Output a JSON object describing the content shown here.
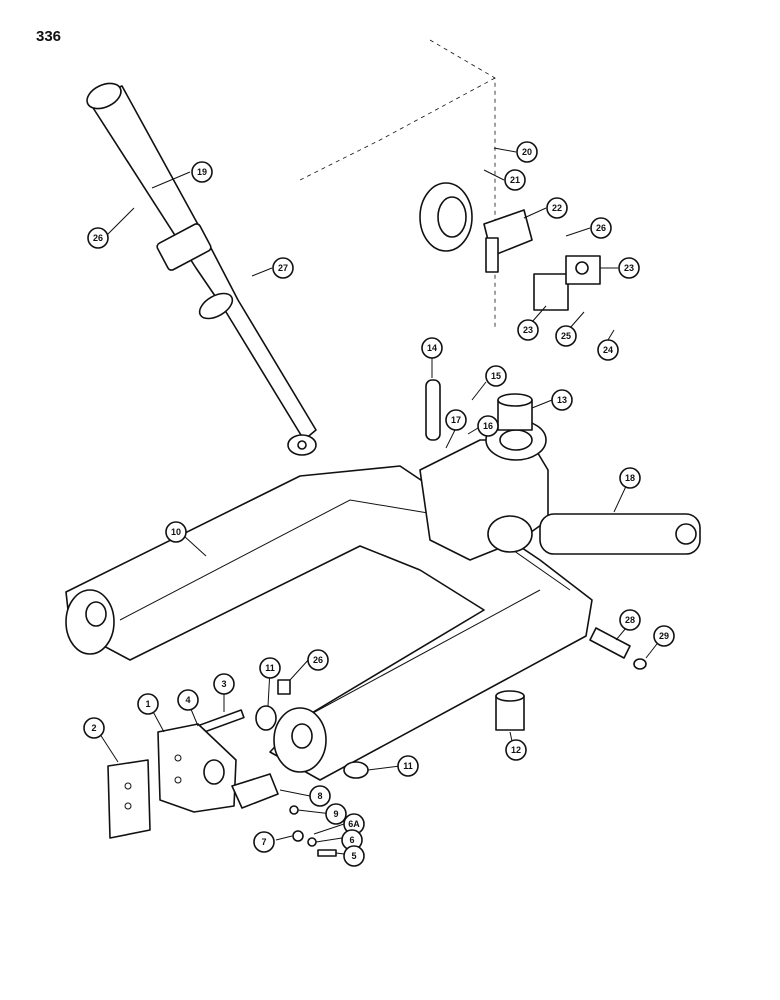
{
  "page": {
    "number": "336"
  },
  "callouts": [
    {
      "id": "c19",
      "label": "19"
    },
    {
      "id": "c26a",
      "label": "26"
    },
    {
      "id": "c27",
      "label": "27"
    },
    {
      "id": "c20",
      "label": "20"
    },
    {
      "id": "c21",
      "label": "21"
    },
    {
      "id": "c22",
      "label": "22"
    },
    {
      "id": "c26b",
      "label": "26"
    },
    {
      "id": "c23a",
      "label": "23"
    },
    {
      "id": "c23b",
      "label": "23"
    },
    {
      "id": "c25",
      "label": "25"
    },
    {
      "id": "c24",
      "label": "24"
    },
    {
      "id": "c14",
      "label": "14"
    },
    {
      "id": "c15",
      "label": "15"
    },
    {
      "id": "c13",
      "label": "13"
    },
    {
      "id": "c17",
      "label": "17"
    },
    {
      "id": "c16",
      "label": "16"
    },
    {
      "id": "c18",
      "label": "18"
    },
    {
      "id": "c10",
      "label": "10"
    },
    {
      "id": "c28",
      "label": "28"
    },
    {
      "id": "c29",
      "label": "29"
    },
    {
      "id": "c11a",
      "label": "11"
    },
    {
      "id": "c26c",
      "label": "26"
    },
    {
      "id": "c3",
      "label": "3"
    },
    {
      "id": "c4",
      "label": "4"
    },
    {
      "id": "c1",
      "label": "1"
    },
    {
      "id": "c2",
      "label": "2"
    },
    {
      "id": "c12",
      "label": "12"
    },
    {
      "id": "c11b",
      "label": "11"
    },
    {
      "id": "c8",
      "label": "8"
    },
    {
      "id": "c9",
      "label": "9"
    },
    {
      "id": "c6A",
      "label": "6A"
    },
    {
      "id": "c7",
      "label": "7"
    },
    {
      "id": "c6",
      "label": "6"
    },
    {
      "id": "c5",
      "label": "5"
    }
  ]
}
